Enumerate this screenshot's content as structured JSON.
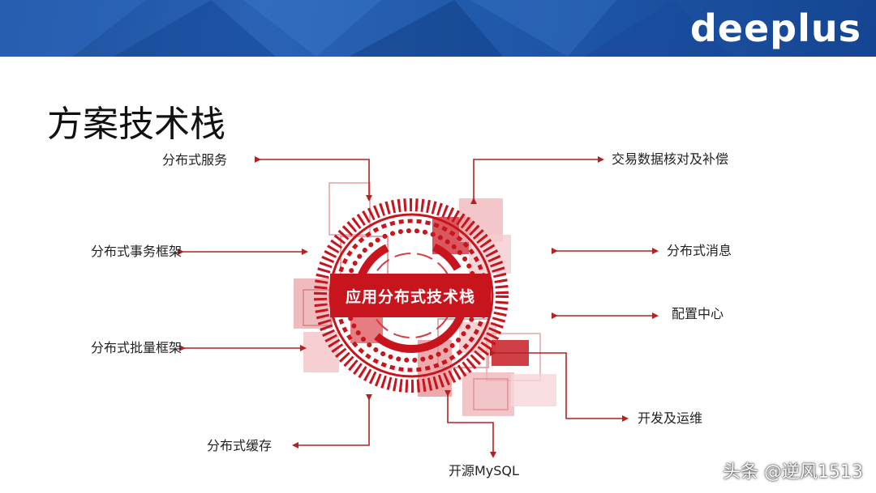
{
  "header": {
    "brand": "deeplus",
    "brand_color": "#ffffff",
    "banner_color": "#1f57a8"
  },
  "slide": {
    "title": "方案技术栈",
    "center_label": "应用分布式技术栈",
    "accent_color": "#c8141c",
    "arrow_color": "#b22222"
  },
  "labels": {
    "distributed_service": "分布式服务",
    "distributed_transaction_framework": "分布式事务框架",
    "distributed_batch_framework": "分布式批量框架",
    "distributed_cache": "分布式缓存",
    "open_source_mysql": "开源MySQL",
    "dev_and_ops": "开发及运维",
    "config_center": "配置中心",
    "distributed_message": "分布式消息",
    "transaction_reconciliation": "交易数据核对及补偿"
  },
  "watermark": "头条 @逆风1513"
}
